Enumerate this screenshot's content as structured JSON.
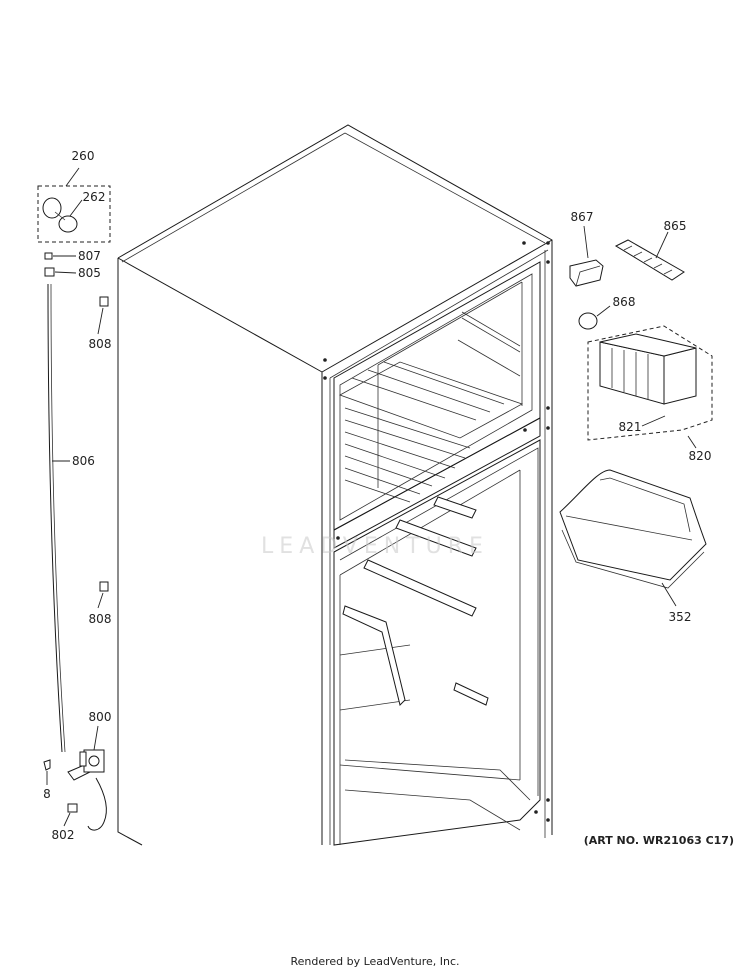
{
  "diagram": {
    "part_labels": {
      "p260": "260",
      "p262": "262",
      "p807": "807",
      "p805": "805",
      "p808a": "808",
      "p806": "806",
      "p808b": "808",
      "p800": "800",
      "p8": "8",
      "p802": "802",
      "p867": "867",
      "p865": "865",
      "p868": "868",
      "p821": "821",
      "p820": "820",
      "p352": "352"
    },
    "watermark": "LEADVENTURE",
    "art_number": "(ART NO. WR21063 C17)",
    "footer": "Rendered by LeadVenture, Inc."
  }
}
